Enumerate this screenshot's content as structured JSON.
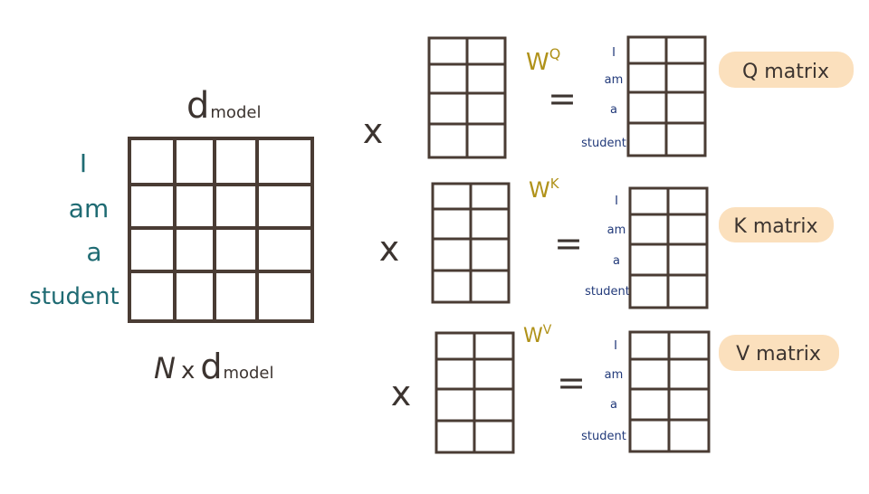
{
  "input": {
    "dim_label_d": "d",
    "dim_label_sub": "model",
    "rows": [
      "I",
      "am",
      "a",
      "student"
    ],
    "shape_label_prefix": "N",
    "shape_label_times": "x",
    "shape_label_d": "d",
    "shape_label_sub": "model"
  },
  "operators": {
    "multiply": "x",
    "equals": "="
  },
  "weights": [
    {
      "base": "W",
      "sup": "Q"
    },
    {
      "base": "W",
      "sup": "K"
    },
    {
      "base": "W",
      "sup": "V"
    }
  ],
  "outputs": [
    {
      "label": "Q matrix",
      "rows": [
        "I",
        "am",
        "a",
        "student"
      ]
    },
    {
      "label": "K matrix",
      "rows": [
        "I",
        "am",
        "a",
        "student"
      ]
    },
    {
      "label": "V matrix",
      "rows": [
        "I",
        "am",
        "a",
        "student"
      ]
    }
  ],
  "colors": {
    "grid": "#4a3c34",
    "token_input": "#1f6b73",
    "token_output": "#223a7a",
    "weight_label": "#b0921a",
    "pill_bg": "#fbe0bd",
    "text": "#3c3430"
  }
}
